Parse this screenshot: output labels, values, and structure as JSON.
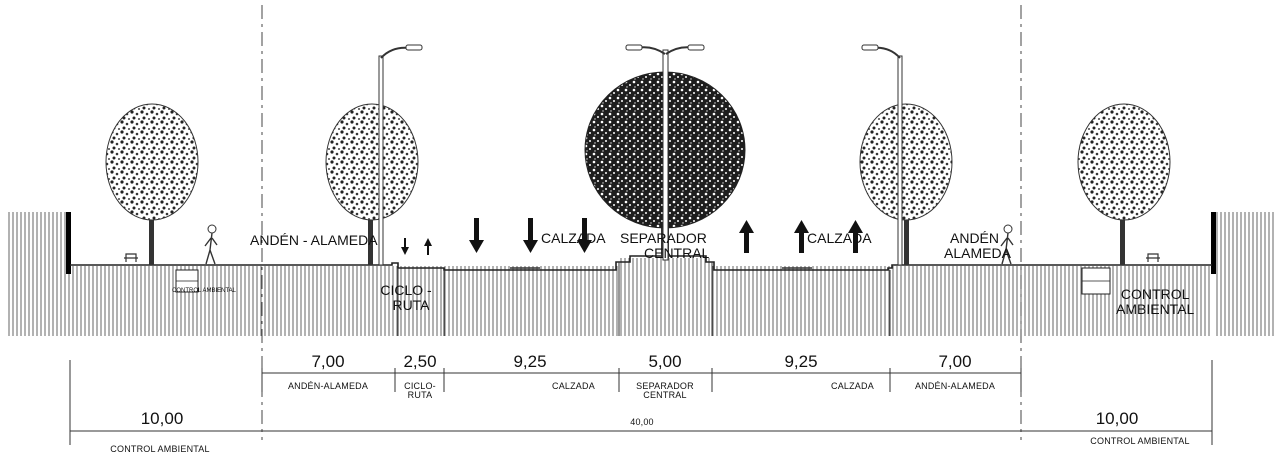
{
  "section_labels": {
    "anden_alameda_left": "ANDÉN - ALAMEDA",
    "ciclo_ruta": [
      "CICLO -",
      "RUTA"
    ],
    "calzada_left": "CALZADA",
    "separador": [
      "SEPARADOR",
      "CENTRAL"
    ],
    "calzada_right": "CALZADA",
    "anden_alameda_right": [
      "ANDÉN",
      "ALAMEDA"
    ],
    "control_ambiental_right": [
      "CONTROL",
      "AMBIENTAL"
    ],
    "control_ambiental_small": "CONTROL AMBIENTAL"
  },
  "dimensions": [
    {
      "value": "7,00",
      "label": [
        "ANDÉN-ALAMEDA"
      ]
    },
    {
      "value": "2,50",
      "label": [
        "CICLO-",
        "RUTA"
      ]
    },
    {
      "value": "9,25",
      "label": [
        "CALZADA"
      ]
    },
    {
      "value": "5,00",
      "label": [
        "SEPARADOR",
        "CENTRAL"
      ]
    },
    {
      "value": "9,25",
      "label": [
        "CALZADA"
      ]
    },
    {
      "value": "7,00",
      "label": [
        "ANDÉN-ALAMEDA"
      ]
    }
  ],
  "outer_dimensions": {
    "left_value": "10,00",
    "left_label": "CONTROL AMBIENTAL",
    "center_value": "40,00",
    "right_value": "10,00",
    "right_label": "CONTROL AMBIENTAL"
  },
  "colors": {
    "line": "#222222",
    "hatch": "#555555",
    "tree": "#333333"
  }
}
